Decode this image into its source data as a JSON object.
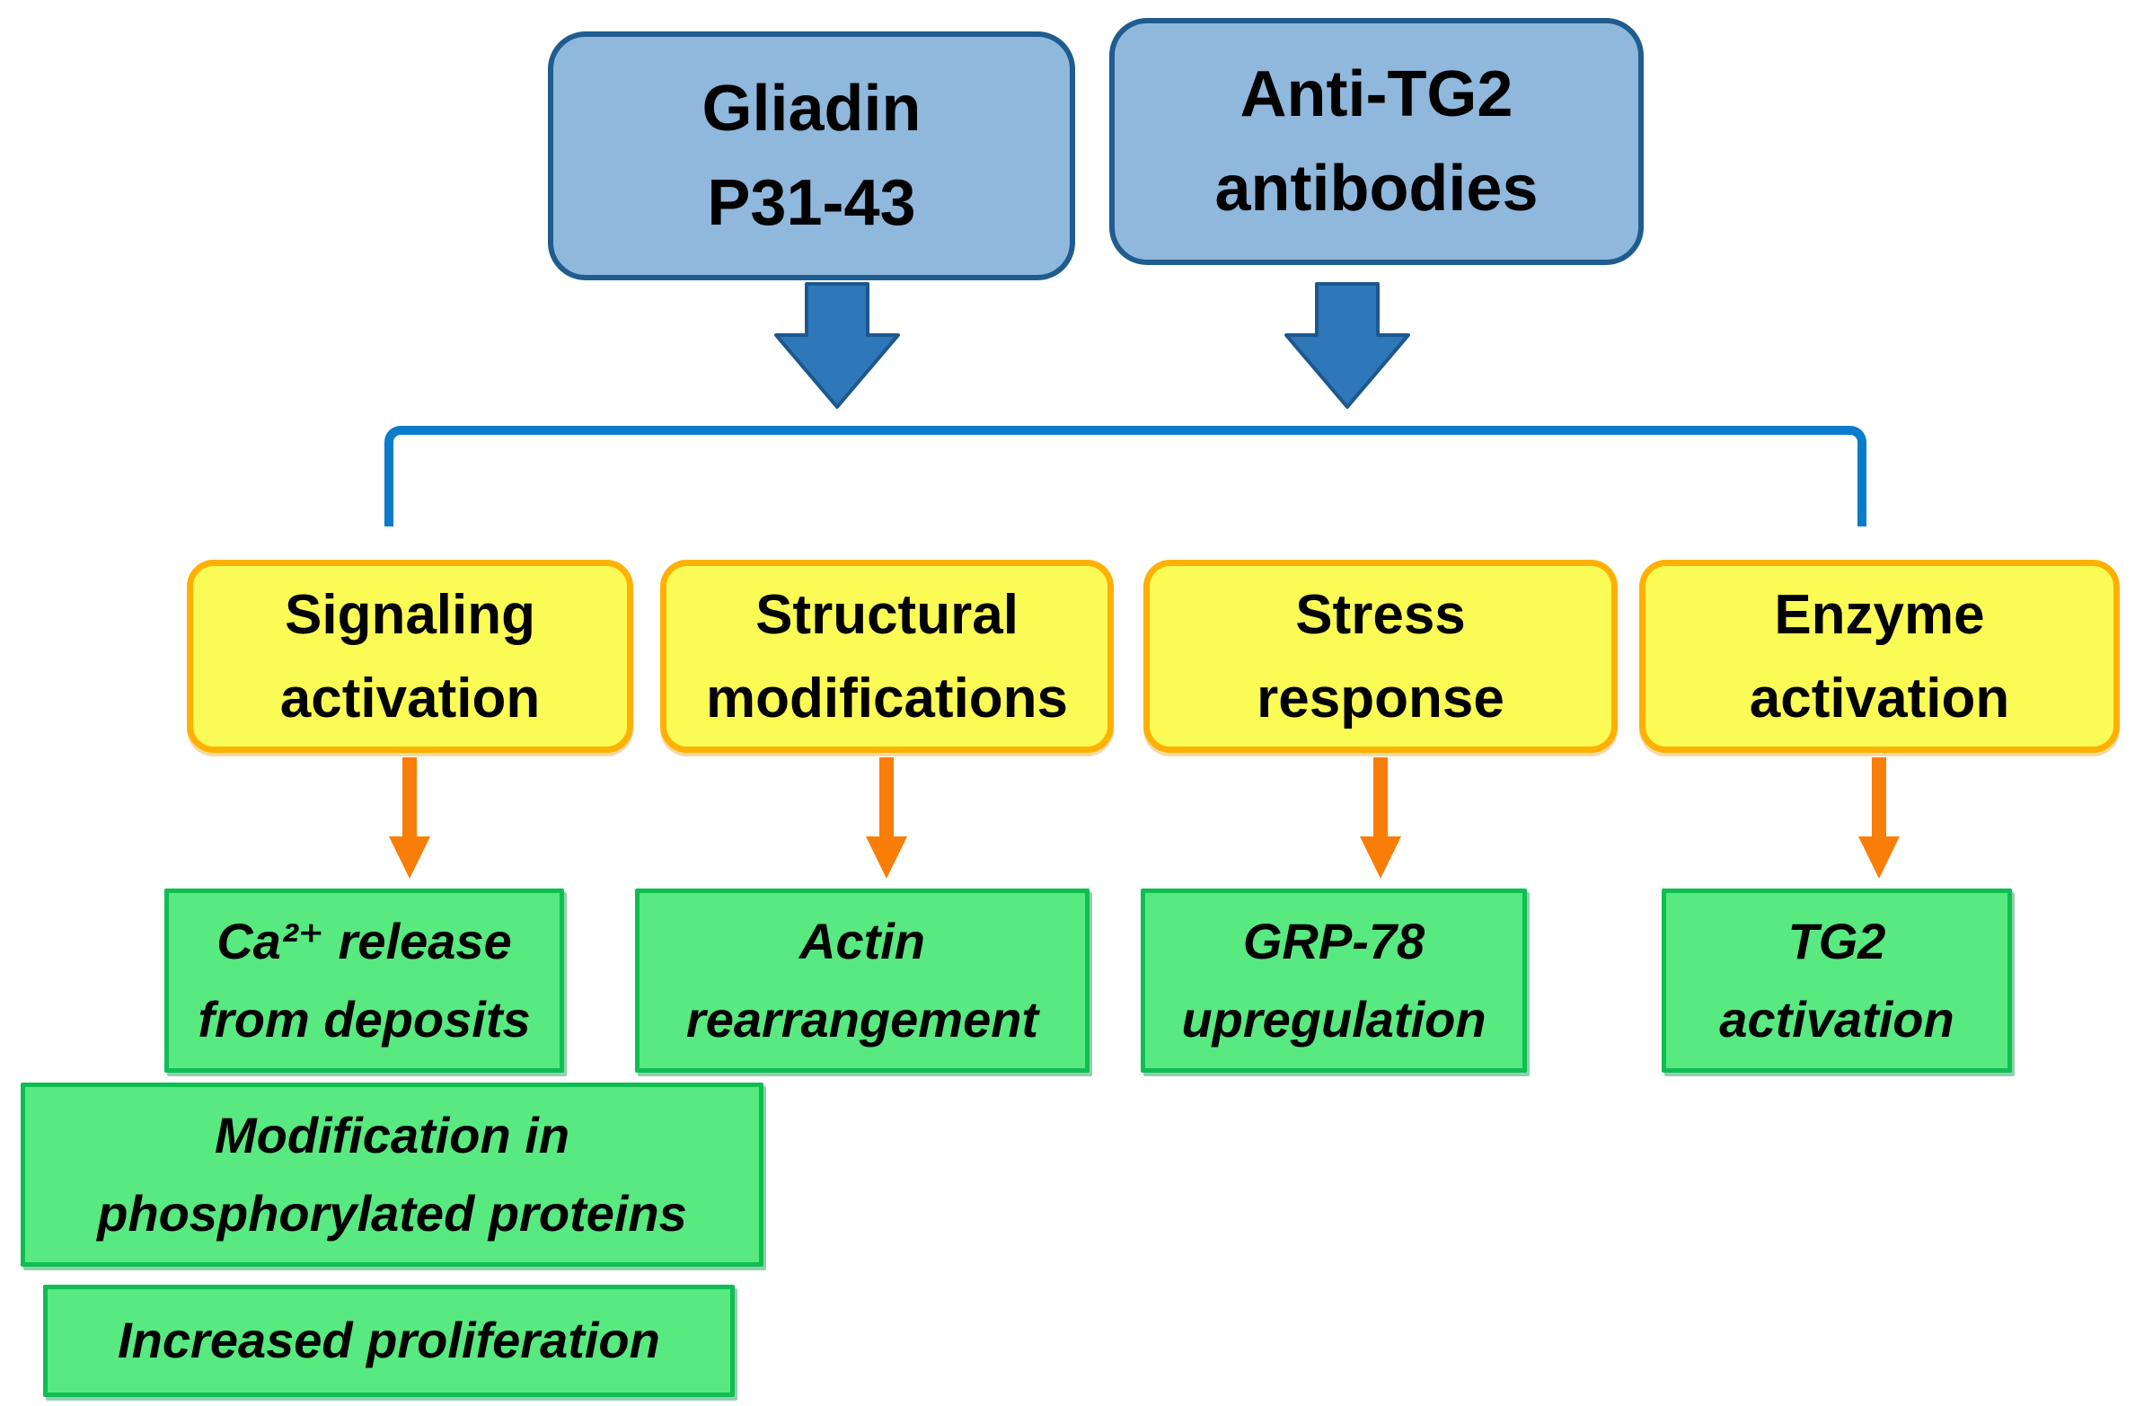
{
  "colors": {
    "blue_box_fill": "#8FB8DC",
    "blue_box_border": "#1F5C8F",
    "blue_arrow_fill": "#2E77B8",
    "blue_arrow_border": "#1D578F",
    "bracket_blue": "#0B7CCB",
    "yellow_fill": "#FBFB55",
    "yellow_border": "#FFB103",
    "orange_arrow": "#F97D09",
    "green_fill": "#58E981",
    "green_border": "#0FBE53",
    "text_color": "#000000"
  },
  "diagram": {
    "sources": [
      {
        "lines": [
          "Gliadin",
          "P31-43"
        ]
      },
      {
        "lines": [
          "Anti-TG2",
          "antibodies"
        ]
      }
    ],
    "pathways": [
      {
        "lines": [
          "Signaling",
          "activation"
        ]
      },
      {
        "lines": [
          "Structural",
          "modifications"
        ]
      },
      {
        "lines": [
          "Stress",
          "response"
        ]
      },
      {
        "lines": [
          "Enzyme",
          "activation"
        ]
      }
    ],
    "outcomes": [
      {
        "lines": [
          "Ca²⁺ release",
          "from deposits"
        ]
      },
      {
        "lines": [
          "Actin",
          "rearrangement"
        ]
      },
      {
        "lines": [
          "GRP-78",
          "upregulation"
        ]
      },
      {
        "lines": [
          "TG2",
          "activation"
        ]
      }
    ],
    "downstream": [
      {
        "lines": [
          "Modification in",
          "phosphorylated proteins"
        ]
      },
      {
        "lines": [
          "Increased proliferation"
        ]
      }
    ]
  }
}
